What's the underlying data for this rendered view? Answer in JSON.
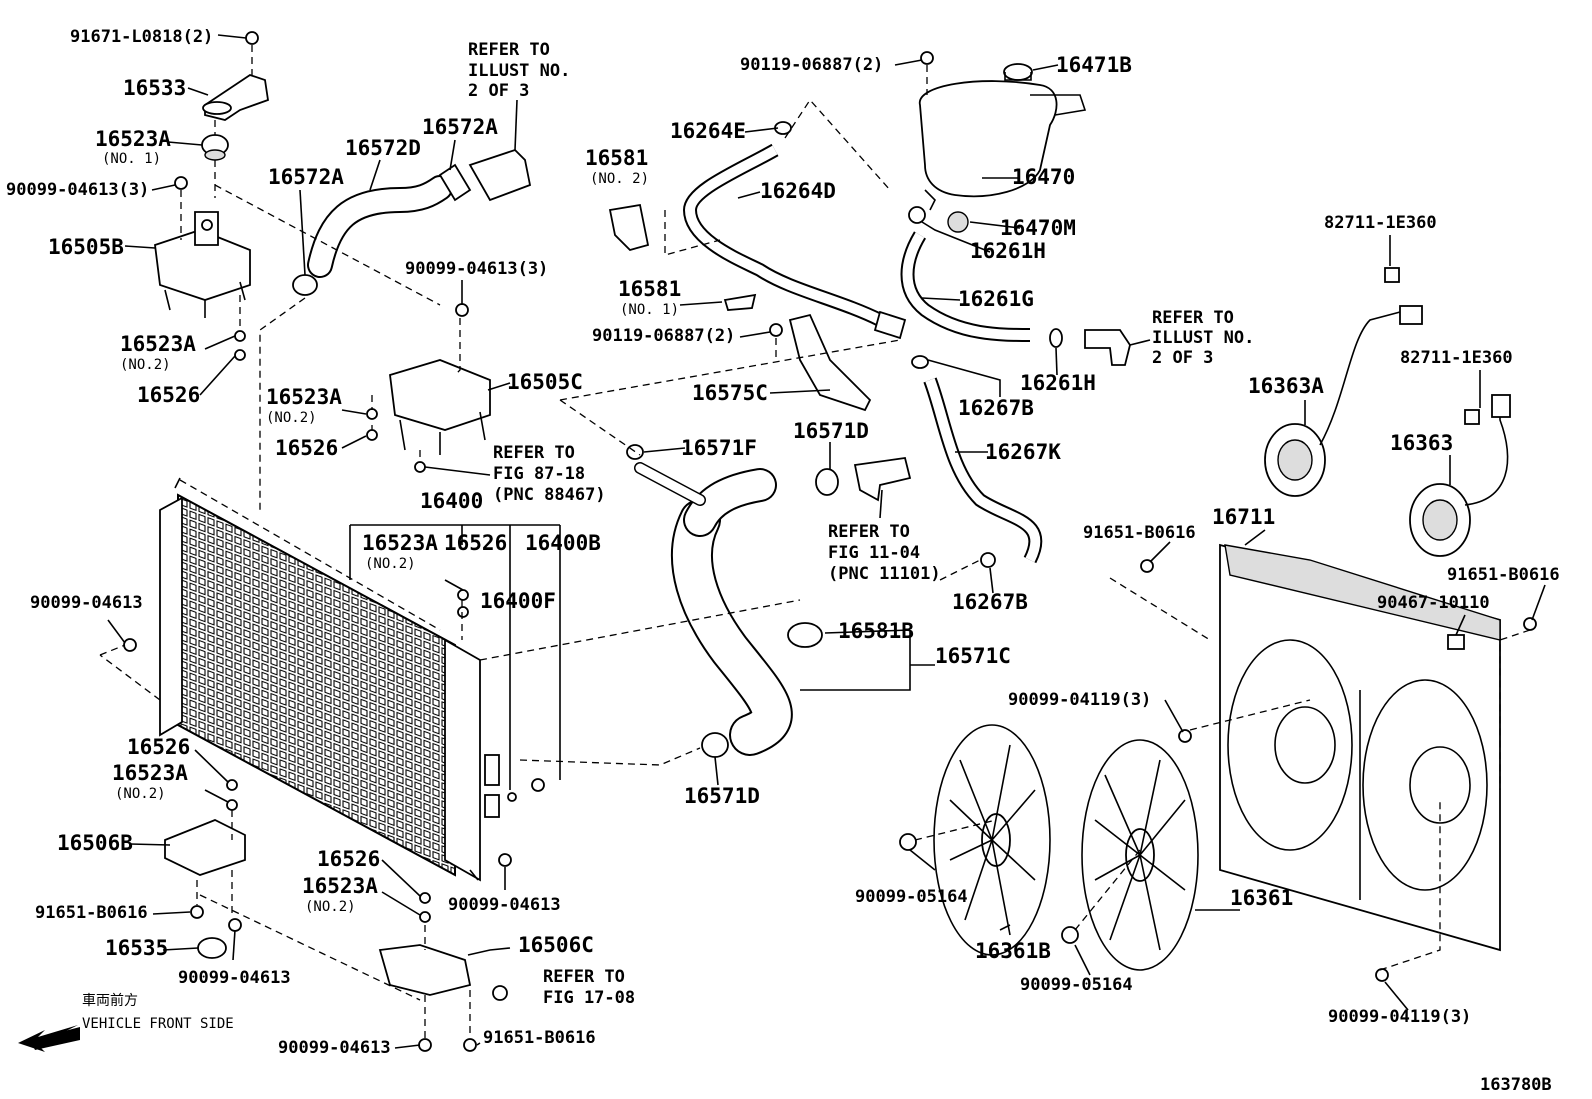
{
  "labels": {
    "p1": "91671-L0818(2)",
    "p2": "16533",
    "p3": "16523A",
    "p3n": "(NO. 1)",
    "p4": "90099-04613(3)",
    "p5": "16505B",
    "p6": "16523A",
    "p6n": "(NO.2)",
    "p7": "16526",
    "p8": "16572A",
    "p9": "16572D",
    "p10": "16572A",
    "refer1a": "REFER TO",
    "refer1b": "ILLUST NO.",
    "refer1c": "2 OF 3",
    "p11": "90099-04613(3)",
    "p12": "16505C",
    "p13": "16523A",
    "p13n": "(NO.2)",
    "p14": "16526",
    "refer2a": "REFER TO",
    "refer2b": "FIG 87-18",
    "refer2c": "(PNC 88467)",
    "p15": "16400",
    "p16": "16523A",
    "p16n": "(NO.2)",
    "p17": "16526",
    "p18": "16400B",
    "p19": "16400F",
    "p20": "90099-04613",
    "p21": "16526",
    "p22": "16523A",
    "p22n": "(NO.2)",
    "p23": "16506B",
    "p24": "91651-B0616",
    "p25": "16535",
    "p26": "90099-04613",
    "p27": "16526",
    "p28": "16523A",
    "p28n": "(NO.2)",
    "p29": "90099-04613",
    "p30": "16506C",
    "refer3a": "REFER TO",
    "refer3b": "FIG 17-08",
    "p31": "90099-04613",
    "p32": "91651-B0616",
    "front_jp": "車両前方",
    "front_en": "VEHICLE FRONT SIDE",
    "p33": "16264E",
    "p34": "16581",
    "p34n": "(NO. 2)",
    "p35": "16264D",
    "p36": "16581",
    "p36n": "(NO. 1)",
    "p37": "90119-06887(2)",
    "p38": "16575C",
    "p39": "16571F",
    "p40": "16571D",
    "refer4a": "REFER TO",
    "refer4b": "FIG 11-04",
    "refer4c": "(PNC 11101)",
    "p41": "16581B",
    "p42": "16571C",
    "p43": "16571D",
    "p44": "90119-06887(2)",
    "p45": "16471B",
    "p46": "16470",
    "p47": "16470M",
    "p48": "16261H",
    "p49": "16261G",
    "p50": "16261H",
    "refer5a": "REFER TO",
    "refer5b": "ILLUST NO.",
    "refer5c": "2 OF 3",
    "p51": "16267B",
    "p52": "16267K",
    "p53": "16267B",
    "p54": "82711-1E360",
    "p55": "16363A",
    "p56": "82711-1E360",
    "p57": "16363",
    "p58": "91651-B0616",
    "p59": "16711",
    "p60": "91651-B0616",
    "p61": "90467-10110",
    "p62": "90099-04119(3)",
    "p63": "90099-05164",
    "p64": "16361B",
    "p65": "16361",
    "p66": "90099-05164",
    "p67": "90099-04119(3)",
    "code": "163780B"
  }
}
